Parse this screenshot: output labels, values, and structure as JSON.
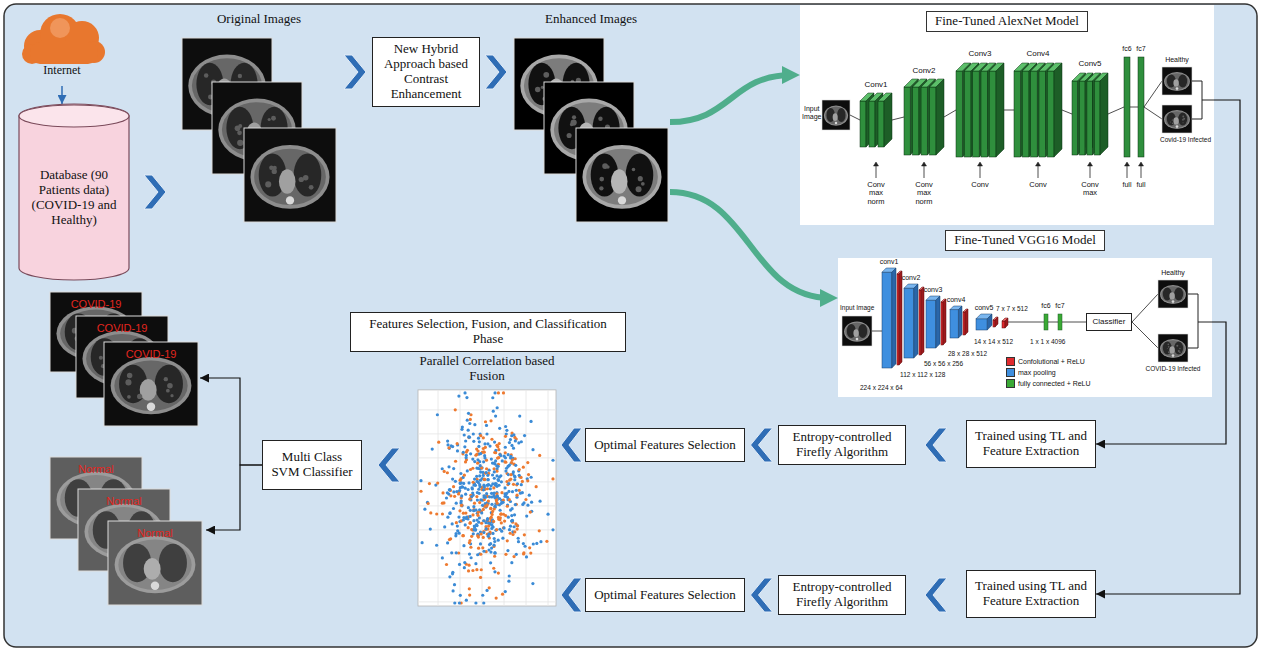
{
  "diagram": {
    "nodes": [
      {
        "text": [
          "Internet"
        ]
      },
      {
        "text": [
          "Database (90 Patients data) (COVID-19 and Healthy)"
        ]
      },
      {
        "text": [
          "Original Images"
        ]
      },
      {
        "text": [
          "New Hybrid Approach based Contrast Enhancement"
        ]
      },
      {
        "text": [
          "Enhanced Images"
        ]
      },
      {
        "text": [
          "Fine-Tuned AlexNet Model"
        ]
      },
      {
        "text": [
          "Fine-Tuned VGG16 Model"
        ]
      },
      {
        "text": [
          "Classifier"
        ],
        "in": 6
      },
      {
        "text": [
          "Trained using TL and Feature Extraction"
        ]
      },
      {
        "text": [
          "Trained using TL and Feature Extraction"
        ]
      },
      {
        "text": [
          "Entropy-controlled Firefly Algorithm"
        ]
      },
      {
        "text": [
          "Entropy-controlled Firefly Algorithm"
        ]
      },
      {
        "text": [
          "Optimal Features Selection"
        ]
      },
      {
        "text": [
          "Optimal Features Selection"
        ]
      },
      {
        "text": [
          "Features Selection, Fusion, and Classification Phase"
        ]
      },
      {
        "text": [
          "Parallel Correlation based Fusion"
        ]
      },
      {
        "text": [
          "Multi Class SVM Classifier"
        ]
      },
      {
        "text": [
          "COVID-19",
          "COVID-19",
          "COVID-19"
        ]
      },
      {
        "text": [
          "Normal",
          "Normal",
          "Normal"
        ]
      }
    ],
    "edges": [
      {
        "from": 0,
        "to": 1,
        "arrow": "to"
      },
      {
        "from": 1,
        "to": 2,
        "arrow": "to"
      },
      {
        "from": 2,
        "to": 3,
        "arrow": "to"
      },
      {
        "from": 3,
        "to": 4,
        "arrow": "to"
      },
      {
        "from": 4,
        "to": 5,
        "arrow": "to"
      },
      {
        "from": 4,
        "to": 6,
        "arrow": "to"
      },
      {
        "from": 5,
        "to": 9,
        "arrow": "to"
      },
      {
        "from": 6,
        "to": 8,
        "arrow": "to"
      },
      {
        "from": 8,
        "to": 10,
        "arrow": "to"
      },
      {
        "from": 9,
        "to": 11,
        "arrow": "to"
      },
      {
        "from": 10,
        "to": 12,
        "arrow": "to"
      },
      {
        "from": 11,
        "to": 13,
        "arrow": "to"
      },
      {
        "from": 12,
        "to": 15,
        "arrow": "to"
      },
      {
        "from": 13,
        "to": 15,
        "arrow": "to"
      },
      {
        "from": 15,
        "to": 16,
        "arrow": "to"
      },
      {
        "from": 16,
        "to": 17,
        "arrow": "to"
      },
      {
        "from": 16,
        "to": 18,
        "arrow": "to"
      }
    ],
    "labels": [
      "Input Image",
      "Conv1",
      "Conv2",
      "Conv3",
      "Conv4",
      "Conv5",
      "fc6",
      "fc7",
      "Healthy",
      "Covid-19 Infected",
      "Conv max norm",
      "Conv max norm",
      "Conv",
      "Conv",
      "Conv max",
      "full",
      "full",
      "Input Image",
      "conv1",
      "conv2",
      "conv3",
      "conv4",
      "conv5",
      "224 x 224 x 64",
      "112 x 112 x 128",
      "56 x 56 x 256",
      "28 x 28 x 512",
      "14 x 14 x 512",
      "7 x 7 x 512",
      "fc6",
      "fc7",
      "1 x 1 x 4096",
      "Healthy",
      "COVID-19 Infected"
    ],
    "legend": [
      {
        "text": "Confolutional + ReLU",
        "color": "#e02a2e"
      },
      {
        "text": "max pooling",
        "color": "#3f8fdf"
      },
      {
        "text": "fully connected + ReLU",
        "color": "#3aa935"
      }
    ]
  }
}
